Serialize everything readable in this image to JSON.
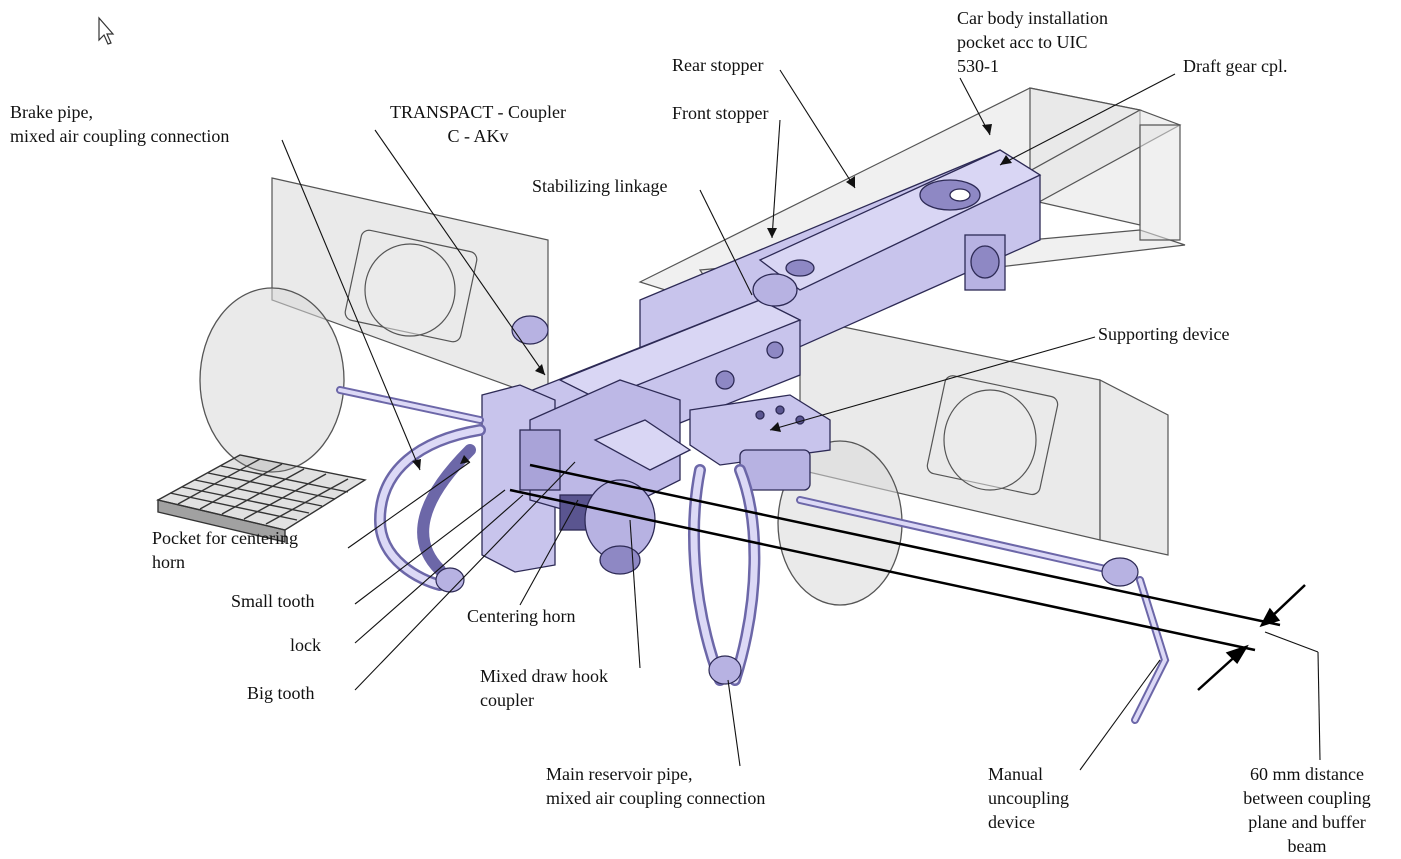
{
  "labels": {
    "car_body_pocket": [
      "Car body installation",
      "pocket acc to UIC",
      "530-1"
    ],
    "rear_stopper": "Rear stopper",
    "draft_gear": "Draft gear cpl.",
    "brake_pipe": [
      "Brake pipe,",
      "mixed air coupling connection"
    ],
    "transpact": [
      "TRANSPACT - Coupler",
      "C - AKv"
    ],
    "front_stopper": "Front stopper",
    "stabilizing_linkage": "Stabilizing linkage",
    "supporting_device": "Supporting device",
    "pocket_centering": [
      "Pocket for centering",
      "horn"
    ],
    "small_tooth": "Small tooth",
    "lock": "lock",
    "big_tooth": "Big tooth",
    "centering_horn": "Centering horn",
    "mixed_draw_hook": [
      "Mixed draw hook",
      "coupler"
    ],
    "main_reservoir": [
      "Main reservoir pipe,",
      "mixed air coupling connection"
    ],
    "manual_uncoupling": [
      "Manual",
      "uncoupling",
      "device"
    ],
    "distance_note": [
      "60 mm distance",
      "between coupling",
      "plane and buffer",
      "beam"
    ]
  },
  "colors": {
    "metal": "#c8c4ec",
    "metal_dark": "#8e88c4",
    "panel": "#e2e2e2",
    "panel_edge": "#555555",
    "leader": "#111111"
  }
}
